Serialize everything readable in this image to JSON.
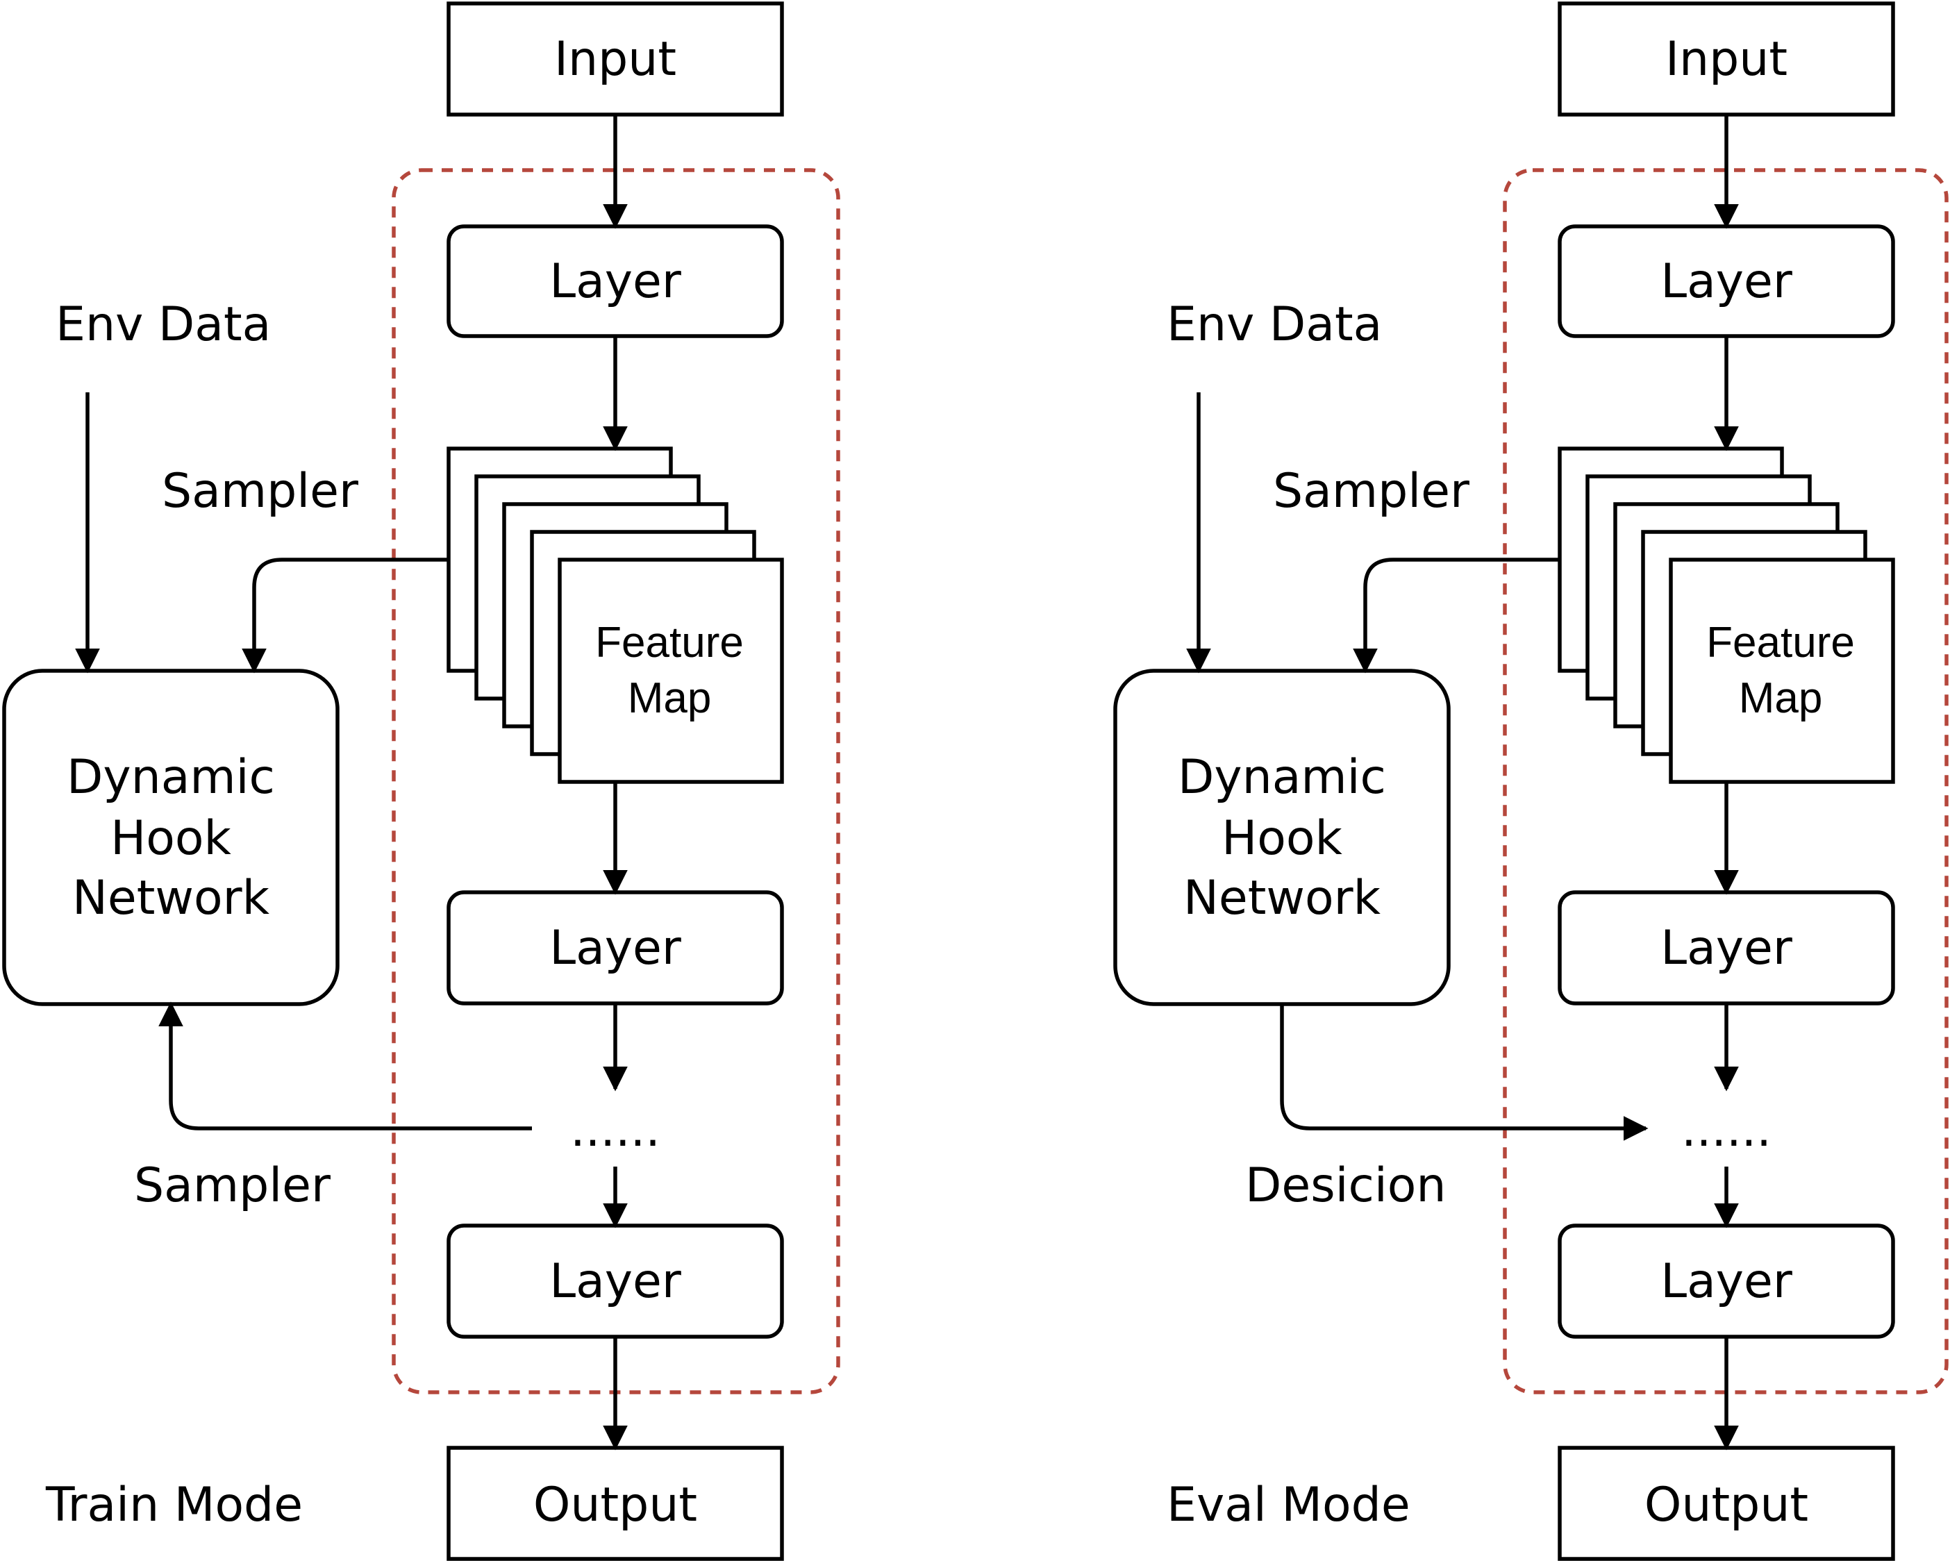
{
  "colors": {
    "stroke": "#000000",
    "dashed_region": "#b5473c",
    "background": "#ffffff"
  },
  "panels": [
    {
      "id": "train",
      "mode_label": "Train Mode",
      "env_label": "Env Data",
      "sampler_top_label": "Sampler",
      "bottom_edge_label": "Sampler",
      "input_label": "Input",
      "output_label": "Output",
      "layer_1_label": "Layer",
      "layer_2_label": "Layer",
      "layer_3_label": "Layer",
      "ellipsis": "......",
      "feature_map_line1": "Feature",
      "feature_map_line2": "Map",
      "hook_line1": "Dynamic",
      "hook_line2": "Hook",
      "hook_line3": "Network"
    },
    {
      "id": "eval",
      "mode_label": "Eval Mode",
      "env_label": "Env Data",
      "sampler_top_label": "Sampler",
      "bottom_edge_label": "Desicion",
      "input_label": "Input",
      "output_label": "Output",
      "layer_1_label": "Layer",
      "layer_2_label": "Layer",
      "layer_3_label": "Layer",
      "ellipsis": "......",
      "feature_map_line1": "Feature",
      "feature_map_line2": "Map",
      "hook_line1": "Dynamic",
      "hook_line2": "Hook",
      "hook_line3": "Network"
    }
  ]
}
